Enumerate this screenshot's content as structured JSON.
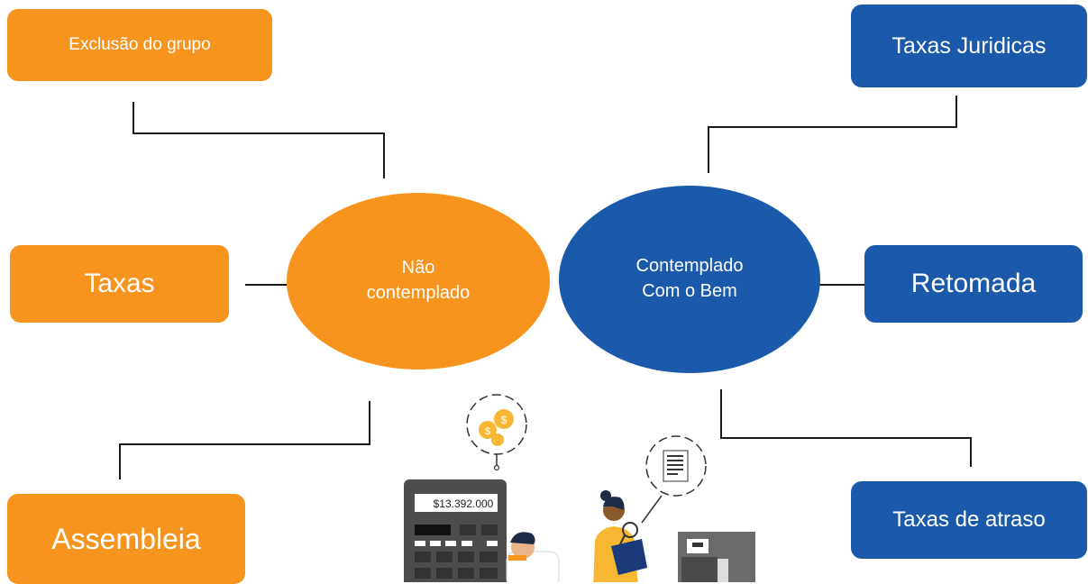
{
  "colors": {
    "orange": "#F7941D",
    "blue": "#1B5AAB",
    "line": "#1a1a1a"
  },
  "left_boxes": {
    "exclusao": "Exclusão do grupo",
    "taxas": "Taxas",
    "assembleia": "Assembleia"
  },
  "right_boxes": {
    "juridicas": "Taxas Juridicas",
    "retomada": "Retomada",
    "atraso": "Taxas de atraso"
  },
  "center": {
    "nao_line1": "Não",
    "nao_line2": "contemplado",
    "cont_line1": "Contemplado",
    "cont_line2": "Com o Bem"
  },
  "illustration": {
    "calculator_display": "$13.392.000",
    "coin_symbol": "$"
  }
}
